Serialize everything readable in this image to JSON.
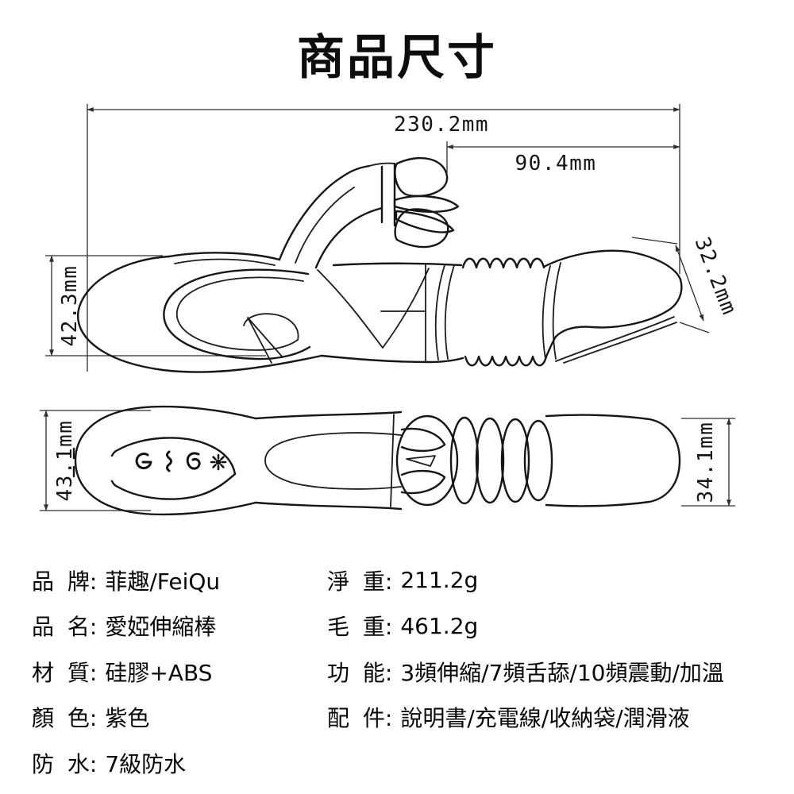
{
  "title": "商品尺寸",
  "diagram": {
    "side_view": {
      "dims": {
        "total_length": "230.2mm",
        "front_section_length": "90.4mm",
        "handle_height": "42.3mm",
        "tip_diameter": "32.2mm"
      }
    },
    "top_view": {
      "dims": {
        "head_width": "43.1mm",
        "tip_width": "34.1mm"
      },
      "button_icons": [
        "power-icon",
        "vibration-wave-icon",
        "tongue-icon",
        "heat-icon"
      ]
    }
  },
  "specs": {
    "left": [
      {
        "label": "品 牌:",
        "value": "菲趣/FeiQu"
      },
      {
        "label": "品 名:",
        "value": "愛婭伸縮棒"
      },
      {
        "label": "材 質:",
        "value": "硅膠+ABS"
      },
      {
        "label": "顏 色:",
        "value": "紫色"
      },
      {
        "label": "防 水:",
        "value": "7級防水"
      }
    ],
    "right": [
      {
        "label": "淨 重:",
        "value": "211.2g"
      },
      {
        "label": "毛 重:",
        "value": "461.2g"
      },
      {
        "label": "功 能:",
        "value": "3頻伸縮/7頻舌舔/10頻震動/加溫"
      },
      {
        "label": "配 件:",
        "value": "說明書/充電線/收納袋/潤滑液"
      }
    ]
  },
  "colors": {
    "line": "#161616",
    "text": "#000000",
    "background": "#ffffff"
  }
}
